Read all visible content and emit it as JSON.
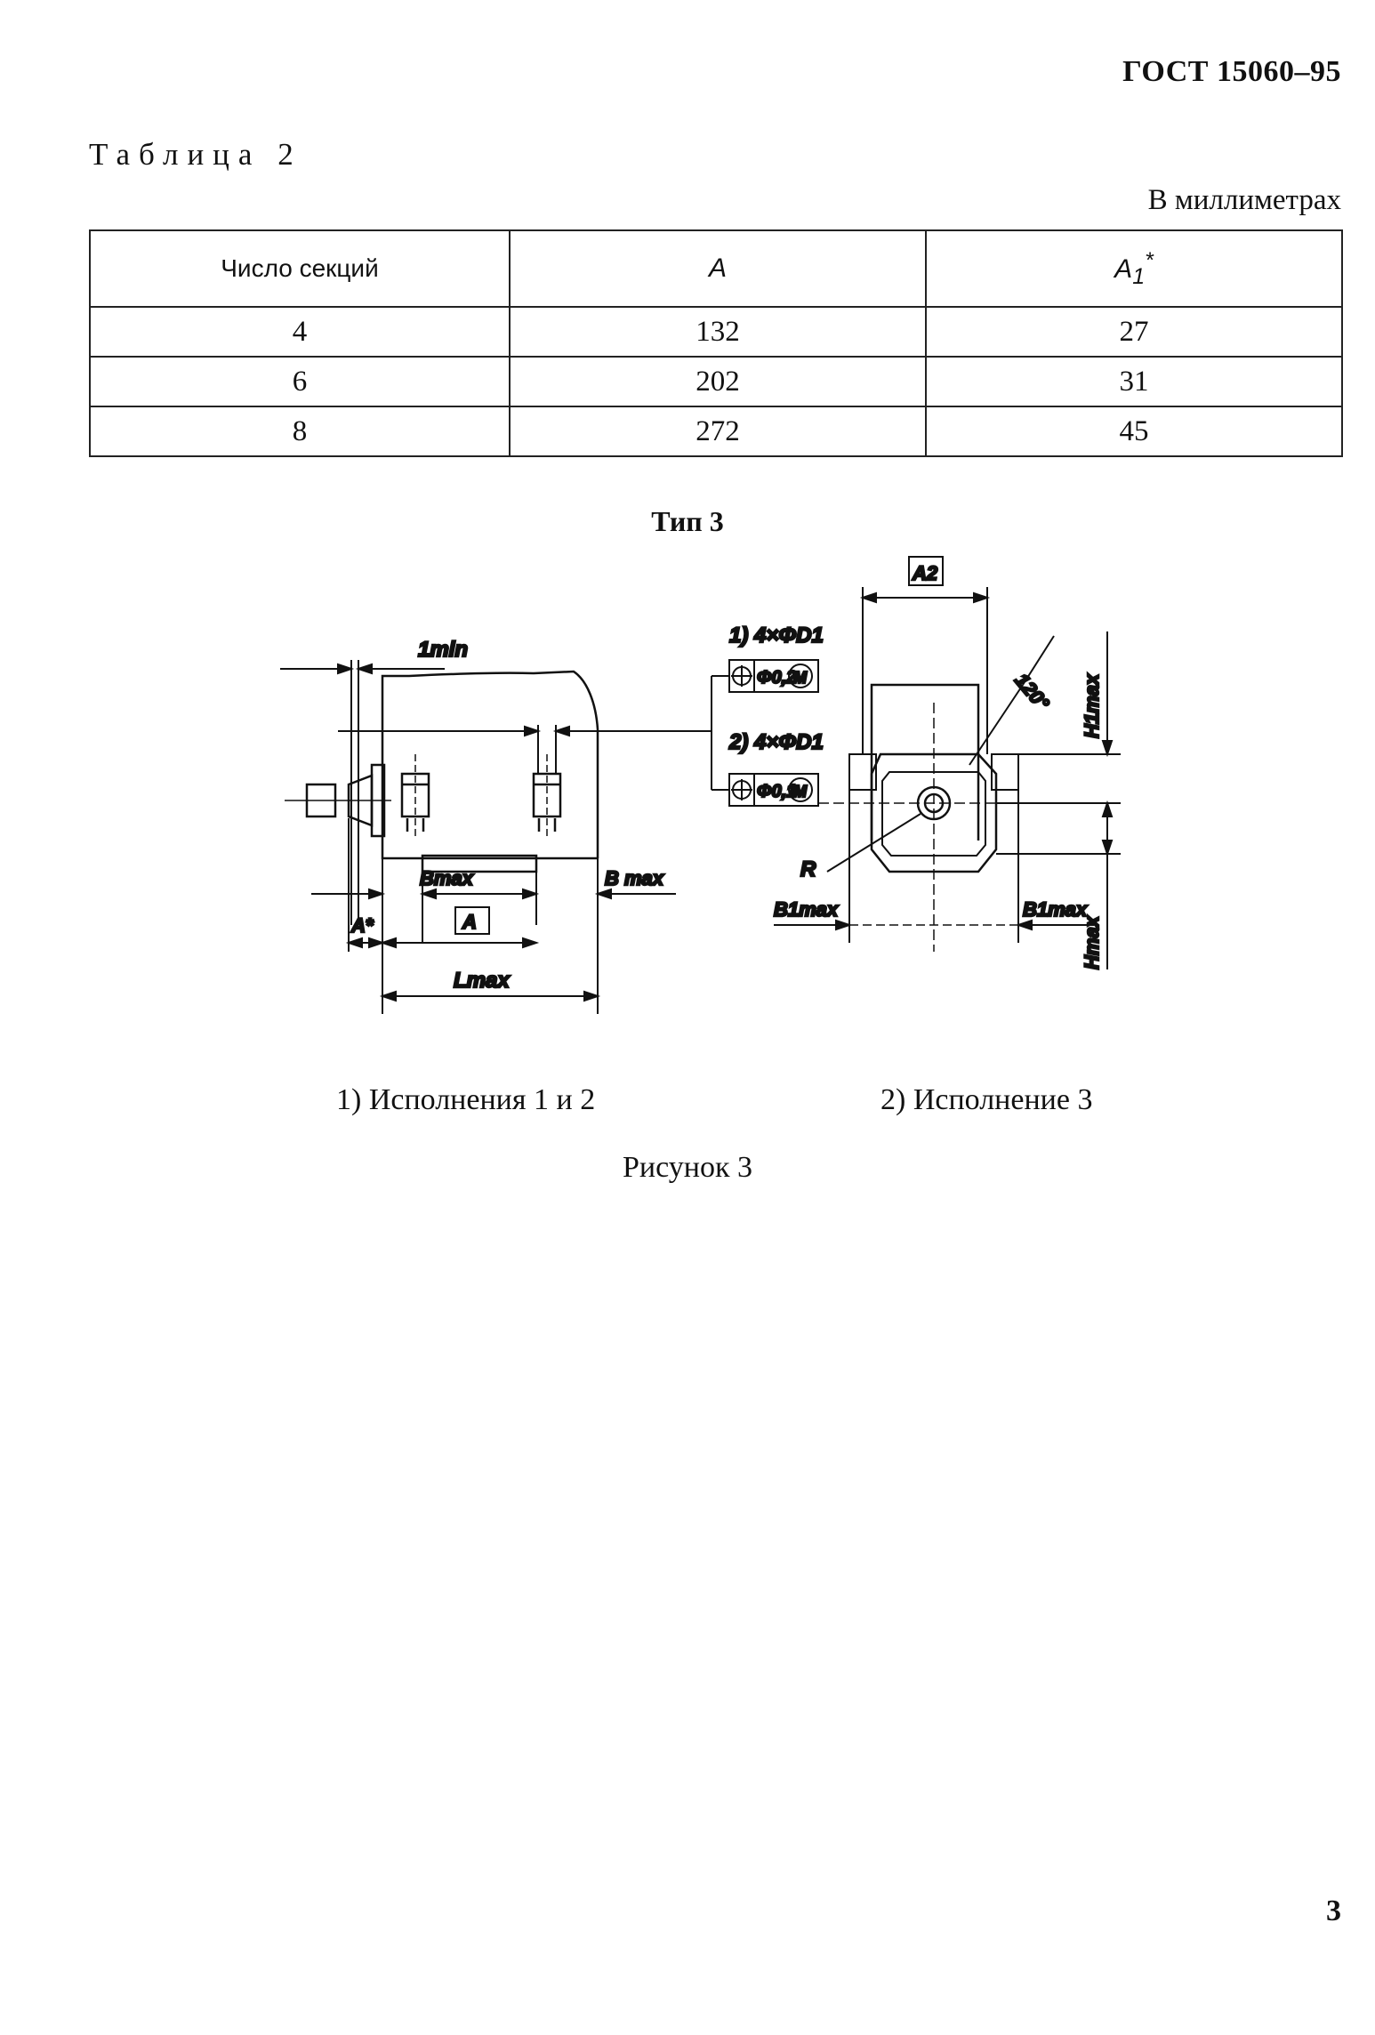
{
  "header": {
    "doc_code": "ГОСТ 15060–95"
  },
  "table": {
    "title": "Таблица 2",
    "units": "В миллиметрах",
    "headers": {
      "count": "Число секций",
      "a": "A",
      "a1": "A",
      "a1_sub": "1",
      "a1_mark": "*"
    },
    "rows": [
      {
        "count": "4",
        "a": "132",
        "a1": "27"
      },
      {
        "count": "6",
        "a": "202",
        "a1": "31"
      },
      {
        "count": "8",
        "a": "272",
        "a1": "45"
      }
    ]
  },
  "figure": {
    "type_title": "Тип 3",
    "labels": {
      "one_min": "1min",
      "b_max": "Bmax",
      "b_max_right": "B max",
      "a_star": "A*",
      "a_box": "A",
      "l_max": "Lmax",
      "tol1_title": "1) 4×ΦD1",
      "tol1_value": "Φ0,2",
      "tol2_title": "2) 4×ΦD1",
      "tol2_value": "Φ0,1",
      "m_symbol": "M",
      "a2_box": "A2",
      "angle": "120°",
      "h1_max": "H1max",
      "h_max": "Hmax",
      "r": "R",
      "b1_max_left": "B1max",
      "b1_max_right": "B1max"
    },
    "caption_left": "1) Исполнения 1 и 2",
    "caption_right": "2) Исполнение 3",
    "figure_title": "Рисунок 3"
  },
  "footer": {
    "page_number": "3"
  }
}
